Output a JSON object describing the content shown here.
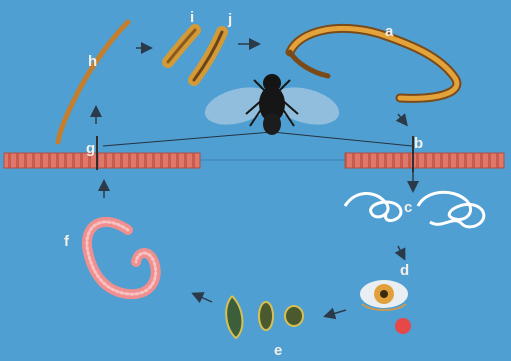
{
  "diagram": {
    "background_color": "#4f9fd3",
    "labels": {
      "a": "a",
      "b": "b",
      "c": "c",
      "d": "d",
      "e": "e",
      "f": "f",
      "g": "g",
      "h": "h",
      "i": "i",
      "j": "j"
    }
  }
}
